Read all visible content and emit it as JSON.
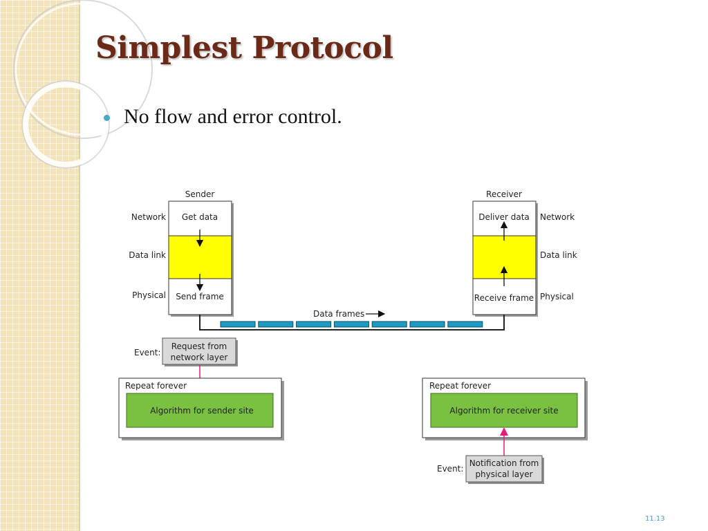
{
  "slide": {
    "title": "Simplest Protocol",
    "bullet": "No flow and error control.",
    "number": "11.13"
  },
  "diagram": {
    "sender": {
      "heading": "Sender",
      "layers": [
        "Network",
        "Data link",
        "Physical"
      ],
      "top_label": "Get data",
      "bottom_label": "Send frame"
    },
    "receiver": {
      "heading": "Receiver",
      "layers": [
        "Network",
        "Data link",
        "Physical"
      ],
      "top_label": "Deliver data",
      "bottom_label": "Receive frame"
    },
    "link": {
      "label": "Data frames",
      "frame_count": 7
    },
    "sender_event": {
      "label": "Event:",
      "text_line1": "Request from",
      "text_line2": "network layer"
    },
    "receiver_event": {
      "label": "Event:",
      "text_line1": "Notification from",
      "text_line2": "physical layer"
    },
    "sender_loop": {
      "label": "Repeat forever",
      "algorithm": "Algorithm for sender site"
    },
    "receiver_loop": {
      "label": "Repeat forever",
      "algorithm": "Algorithm for receiver site"
    },
    "colors": {
      "datalink": "#ffff00",
      "frame": "#1f9bc3",
      "algorithm": "#7ac142",
      "event_box": "#d9d9d9",
      "event_arrow": "#e8197d"
    }
  }
}
